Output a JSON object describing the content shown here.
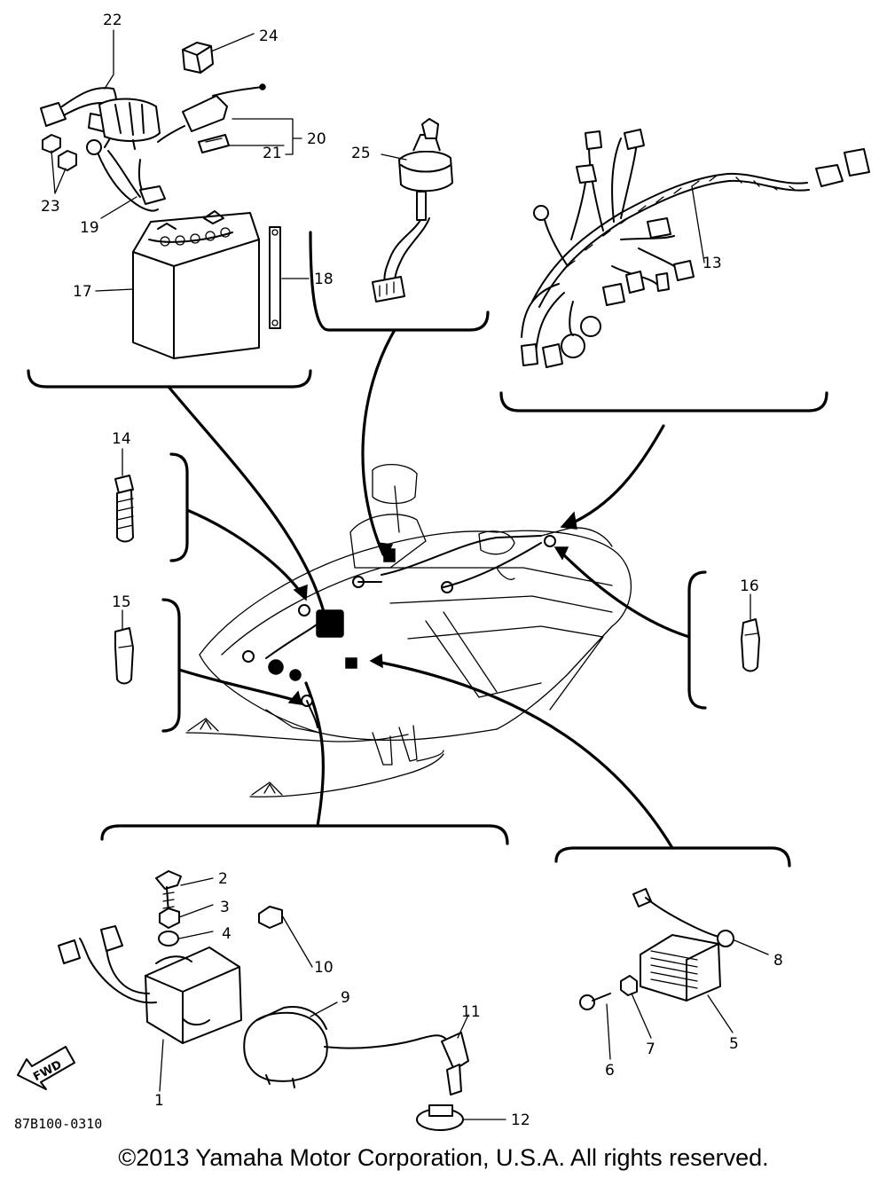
{
  "drawing_code": "87B100-0310",
  "copyright": "©2013 Yamaha Motor Corporation, U.S.A. All rights reserved.",
  "arrow_label": "FWD",
  "callouts": {
    "c1": "1",
    "c2": "2",
    "c3": "3",
    "c4": "4",
    "c5": "5",
    "c6": "6",
    "c7": "7",
    "c8": "8",
    "c9": "9",
    "c10": "10",
    "c11": "11",
    "c12": "12",
    "c13": "13",
    "c14": "14",
    "c15": "15",
    "c16": "16",
    "c17": "17",
    "c18": "18",
    "c19": "19",
    "c20": "20",
    "c21": "21",
    "c22": "22",
    "c23": "23",
    "c24": "24",
    "c25": "25"
  }
}
